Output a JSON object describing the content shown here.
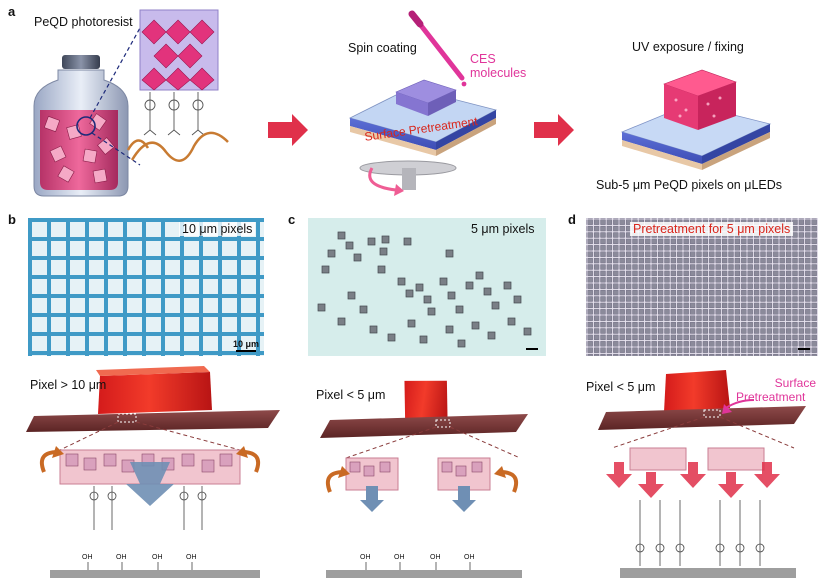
{
  "panels": {
    "a": {
      "letter": "a",
      "photoresist_label": "PeQD photoresist",
      "spin_coating_label": "Spin coating",
      "ces_label_line1": "CES",
      "ces_label_line2": "molecules",
      "surface_pretreatment_label": "Surface Pretreatment",
      "uv_label": "UV exposure / fixing",
      "result_label": "Sub-5 μm PeQD pixels on μLEDs"
    },
    "b": {
      "letter": "b",
      "micrograph_label": "10 μm pixels",
      "scalebar_label": "10 μm",
      "pixel_label": "Pixel > 10 μm"
    },
    "c": {
      "letter": "c",
      "micrograph_label": "5 μm pixels",
      "pixel_label": "Pixel < 5 μm"
    },
    "d": {
      "letter": "d",
      "micrograph_label": "Pretreatment for 5 μm pixels",
      "pixel_label": "Pixel < 5 μm",
      "annotation_line1": "Surface",
      "annotation_line2": "Pretreatment"
    }
  },
  "substrate_groups": {
    "oh": "OH"
  },
  "colors": {
    "pixel_red": "#e0261f",
    "accent_pink": "#e0359a",
    "substrate_brown": "#7a3a2e",
    "micrograph_blue": "#5ab3d6",
    "arrow_crimson": "#e0304a",
    "arrow_blue": "#6f8fb4",
    "arrow_orange": "#c96a24"
  }
}
